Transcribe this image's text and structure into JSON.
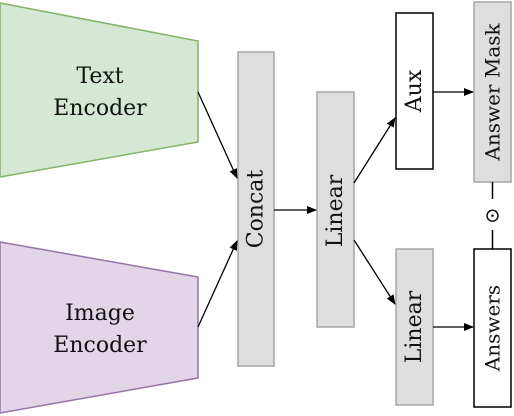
{
  "colors": {
    "text_encoder_fill": "#d5e8d4",
    "text_encoder_stroke": "#82b366",
    "image_encoder_fill": "#e1d5e7",
    "image_encoder_stroke": "#9673a6",
    "block_fill": "#dddedd",
    "block_stroke": "#a5a5a5",
    "aux_fill": "#ffffff",
    "aux_stroke": "#000000",
    "arrow": "#000000"
  },
  "blocks": {
    "text_encoder": {
      "line1": "Text",
      "line2": "Encoder"
    },
    "image_encoder": {
      "line1": "Image",
      "line2": "Encoder"
    },
    "concat": "Concat",
    "linear_mid": "Linear",
    "aux": "Aux",
    "linear_low": "Linear",
    "answer_mask": "Answer Mask",
    "answers": "Answers",
    "odot": "⊙"
  }
}
